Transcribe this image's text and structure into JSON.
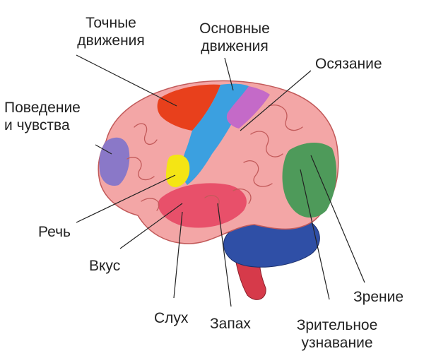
{
  "labels": {
    "fine_movements": [
      "Точные",
      "движения"
    ],
    "basic_movements": [
      "Основные",
      "движения"
    ],
    "touch": "Осязание",
    "behavior": [
      "Поведение",
      "и чувства"
    ],
    "speech": "Речь",
    "taste": "Вкус",
    "hearing": "Слух",
    "smell": "Запах",
    "vision": "Зрение",
    "visual_recognition": [
      "Зрительное",
      "узнавание"
    ]
  },
  "colors": {
    "cortex": "#f3a6a6",
    "cortex_dark": "#c25a5a",
    "fine_movements": "#e8401c",
    "basic_movements": "#3ba0e0",
    "touch": "#c46ac8",
    "behavior": "#8a78c8",
    "speech": "#f4e514",
    "temporal": "#e8506a",
    "vision": "#4e9a5a",
    "cerebellum": "#2f4fa6",
    "brainstem": "#d63a4a",
    "leader_line": "#222222"
  }
}
